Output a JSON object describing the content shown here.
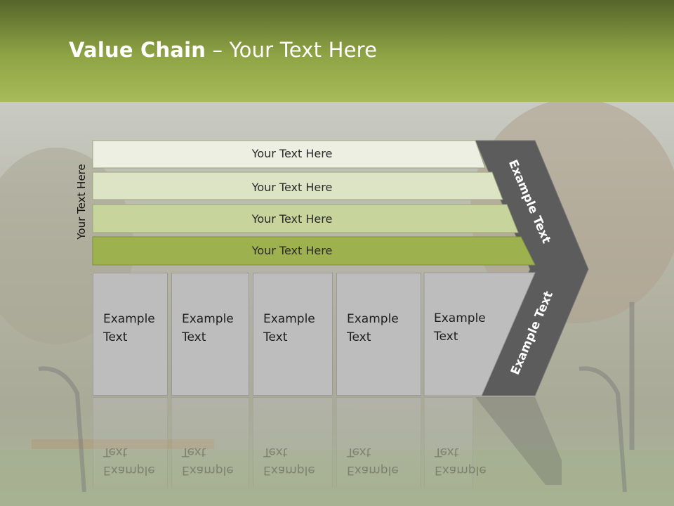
{
  "slide": {
    "title_bold": "Value Chain",
    "title_rest": " – Your Text Here",
    "side_label": "Your Text Here"
  },
  "bars": [
    {
      "label": "Your Text Here",
      "color": "#ecefe2"
    },
    {
      "label": "Your Text Here",
      "color": "#dde4c6"
    },
    {
      "label": "Your Text Here",
      "color": "#c7d49c"
    },
    {
      "label": "Your Text Here",
      "color": "#9db24e"
    }
  ],
  "boxes": [
    {
      "line1": "Example",
      "line2": "Text"
    },
    {
      "line1": "Example",
      "line2": "Text"
    },
    {
      "line1": "Example",
      "line2": "Text"
    },
    {
      "line1": "Example",
      "line2": "Text"
    },
    {
      "line1": "Example",
      "line2": "Text"
    }
  ],
  "chevron": {
    "upper_label": "Example Text",
    "lower_label": "Example Text",
    "color": "#5c5c5c"
  },
  "colors": {
    "header_dark": "#5a6a2a",
    "header_light": "#a6ba56",
    "background": "#a7ad9c"
  }
}
